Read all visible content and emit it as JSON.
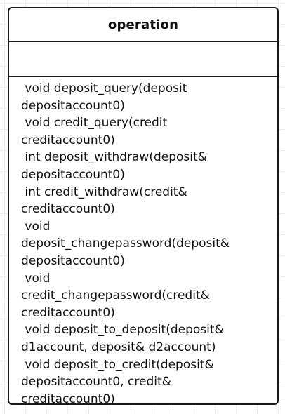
{
  "diagram": {
    "class_name": "operation",
    "attributes": [],
    "methods": [
      " void deposit_query(deposit\ndepositaccount0)",
      " void credit_query(credit\ncreditaccount0)",
      " int deposit_withdraw(deposit&\ndepositaccount0)",
      " int credit_withdraw(credit&\ncreditaccount0)",
      " void\ndeposit_changepassword(deposit&\ndepositaccount0)",
      " void\ncredit_changepassword(credit&\ncreditaccount0)",
      " void deposit_to_deposit(deposit&\nd1account, deposit& d2account)",
      " void deposit_to_credit(deposit&\ndepositaccount0, credit&\ncreditaccount0)"
    ]
  }
}
